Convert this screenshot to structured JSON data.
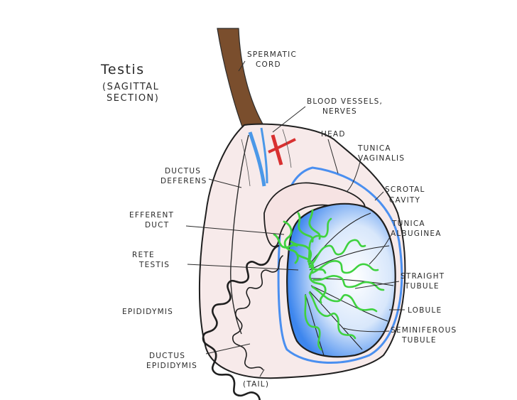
{
  "title": {
    "line1": "Testis",
    "line2": "(Sagittal",
    "line3": "Section)"
  },
  "labels": {
    "spermatic_cord": [
      "Spermatic",
      "Cord"
    ],
    "blood_vessels": [
      "Blood Vessels,",
      "Nerves"
    ],
    "head": [
      "Head"
    ],
    "tunica_vaginalis": [
      "Tunica",
      "Vaginalis"
    ],
    "ductus_deferens": [
      "Ductus",
      "Deferens"
    ],
    "scrotal_cavity": [
      "Scrotal",
      "Cavity"
    ],
    "efferent_duct": [
      "Efferent",
      "Duct"
    ],
    "tunica_albuginea": [
      "Tunica",
      "Albuginea"
    ],
    "rete_testis": [
      "Rete",
      "Testis"
    ],
    "straight_tubule": [
      "Straight",
      "Tubule"
    ],
    "epididymis": [
      "Epididymis"
    ],
    "lobule": [
      "Lobule"
    ],
    "seminiferous_tubule": [
      "Seminiferous",
      "Tubule"
    ],
    "ductus_epididymis": [
      "Ductus",
      "Epididymis"
    ],
    "tail": [
      "(Tail)"
    ]
  },
  "colors": {
    "cord": "#7a4e2d",
    "outline": "#1f1f1f",
    "fill": "#f7eaea",
    "tubule": "#3fd23f",
    "testis_blue": "#4a8ff0",
    "artery": "#d83030",
    "vein": "#4b98e8"
  }
}
